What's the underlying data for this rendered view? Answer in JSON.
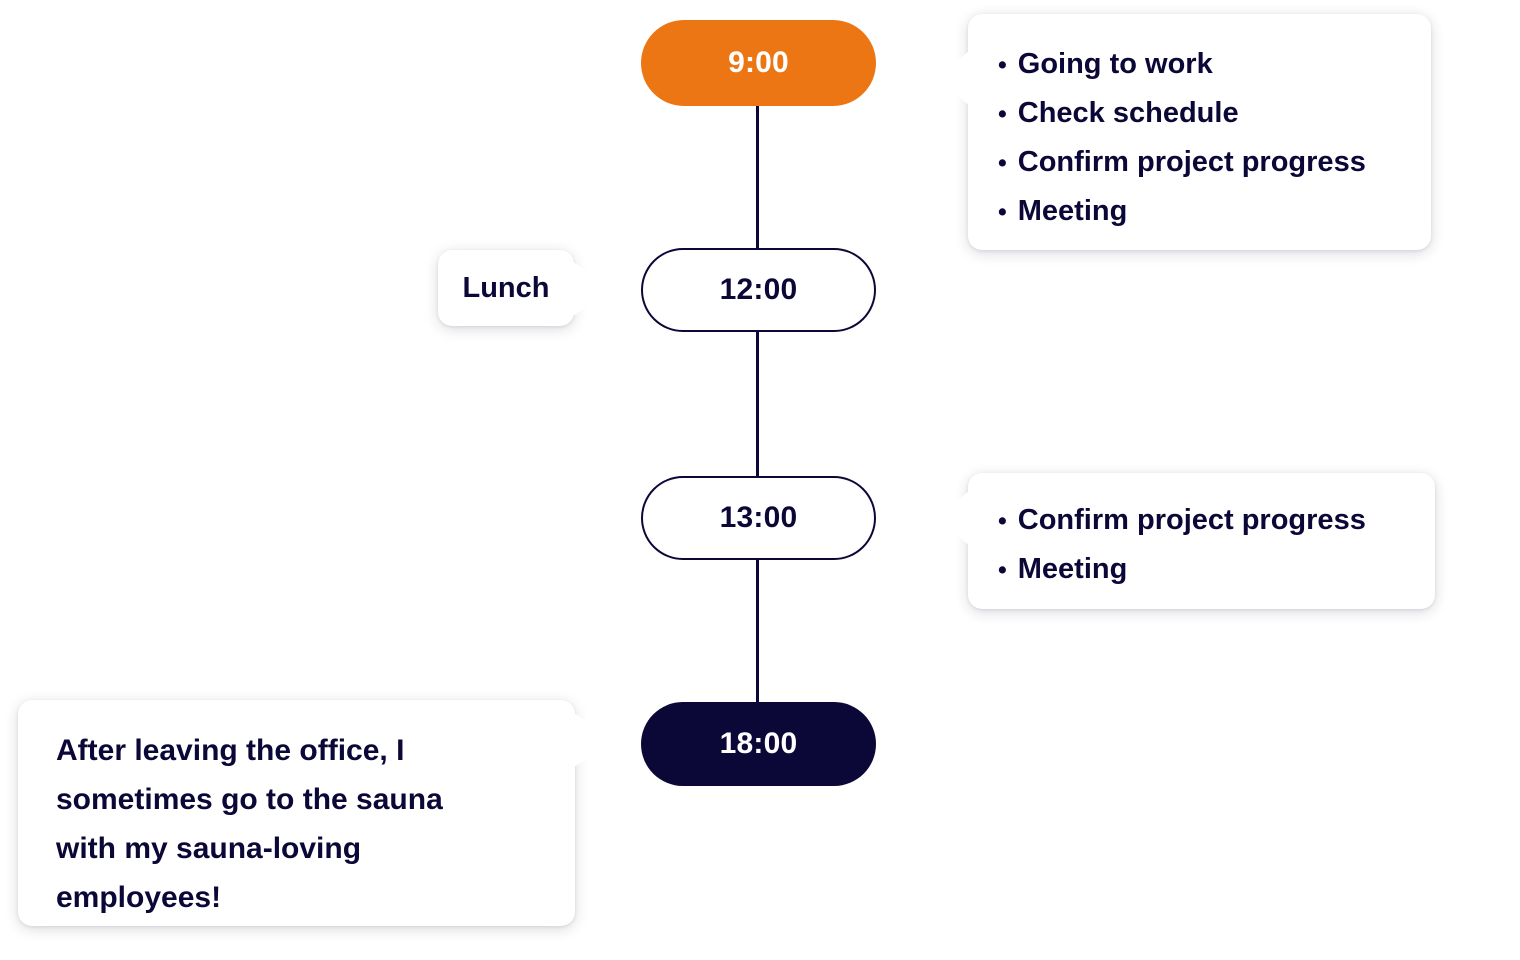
{
  "colors": {
    "accent_orange": "#ED7614",
    "navy": "#0B0838",
    "bubble_white": "#FFFFFF",
    "page_background": "#FFFFFF"
  },
  "timeline": {
    "nodes": [
      {
        "id": "start",
        "time": "9:00",
        "style": "filled-orange"
      },
      {
        "id": "noon",
        "time": "12:00",
        "style": "outlined"
      },
      {
        "id": "after",
        "time": "13:00",
        "style": "outlined"
      },
      {
        "id": "end",
        "time": "18:00",
        "style": "filled-navy"
      }
    ]
  },
  "callouts": {
    "morning": {
      "attached_to": "9:00",
      "side": "right",
      "bullet": "•",
      "items": [
        "Going to work",
        "Check schedule",
        "Confirm project progress",
        "Meeting"
      ]
    },
    "lunch": {
      "attached_to": "12:00",
      "side": "left",
      "text": "Lunch"
    },
    "afternoon": {
      "attached_to": "13:00",
      "side": "right",
      "bullet": "•",
      "items": [
        "Confirm project progress",
        "Meeting"
      ]
    },
    "evening": {
      "attached_to": "18:00",
      "side": "left",
      "lines": [
        "After leaving the office, I",
        "sometimes go to the sauna",
        "with my sauna-loving",
        "employees!"
      ]
    }
  }
}
